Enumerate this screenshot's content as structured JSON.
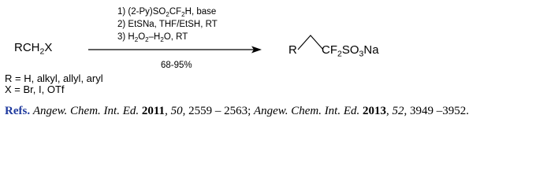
{
  "reactant": {
    "pre": "RCH",
    "sub": "2",
    "post": "X"
  },
  "conditions": {
    "step1": {
      "a": "1) (2-Py)SO",
      "sub": "2",
      "b": "CF",
      "sub2": "2",
      "c": "H, base"
    },
    "step2": "2) EtSNa, THF/EtSH, RT",
    "step3": {
      "a": "3) H",
      "sub": "2",
      "b": "O",
      "sub2": "2",
      "c": "–H",
      "sub3": "2",
      "d": "O, RT"
    },
    "yield": "68-95%"
  },
  "product": {
    "r": "R",
    "cf": "CF",
    "sub1": "2",
    "so": "SO",
    "sub2": "3",
    "na": "Na"
  },
  "notes": {
    "line1": "R = H, alkyl, allyl, aryl",
    "line2": "X = Br, I, OTf"
  },
  "refs": {
    "label": "Refs.",
    "j1": "Angew. Chem. Int. Ed.",
    "y1": "2011",
    "v1": "50",
    "p1": ", 2559 – 2563;",
    "j2": "Angew. Chem. Int. Ed.",
    "y2": "2013",
    "v2": "52",
    "p2": ", 3949 –3952."
  }
}
